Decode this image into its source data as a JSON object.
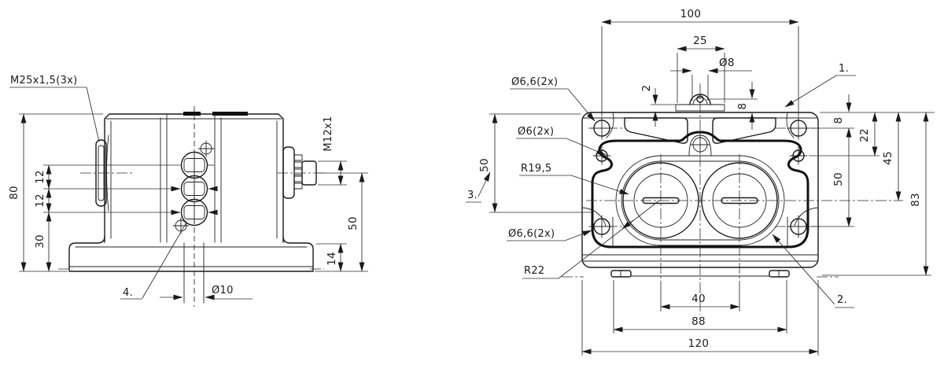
{
  "side_view": {
    "labels": {
      "gland_thread": "M25x1,5(3x)",
      "connector_thread": "M12x1",
      "note_4": "4.",
      "base_hole_dia": "Ø10"
    },
    "dims": {
      "total_height": "80",
      "gland_pitch_upper": "12",
      "gland_pitch_lower": "12",
      "gland_bottom_offset": "30",
      "connector_axis_height": "50",
      "base_height": "14"
    }
  },
  "front_view": {
    "labels": {
      "note_1": "1.",
      "note_2": "2.",
      "note_3": "3.",
      "corner_holes_top": "Ø6,6(2x)",
      "side_holes": "Ø6(2x)",
      "button_radius": "R19,5",
      "corner_holes_bottom": "Ø6,6(2x)",
      "oval_radius": "R22",
      "tab_hole_dia": "Ø8"
    },
    "dims": {
      "hole_spacing_width": "100",
      "tab_width": "25",
      "tab_thickness": "2",
      "tab_hole_height": "8",
      "corner_hole_offset": "8",
      "side_hole_offset": "22",
      "button_axis_offset": "45",
      "corner_hole_vspacing": "50",
      "total_height": "83",
      "left_height": "50",
      "button_spacing": "40",
      "feet_spacing": "88",
      "total_width": "120"
    }
  }
}
